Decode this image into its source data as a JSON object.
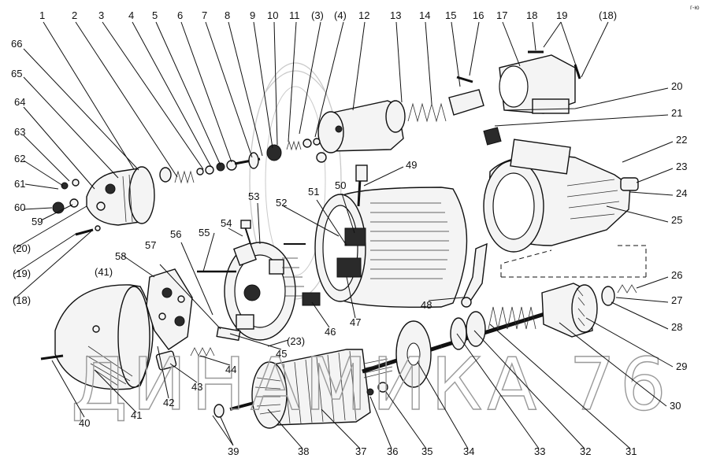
{
  "watermark": "ДИНАМИКА 76",
  "corner_mark": "г-ю",
  "callouts": {
    "c1": "1",
    "c2": "2",
    "c3": "3",
    "c4": "4",
    "c5": "5",
    "c6": "6",
    "c7": "7",
    "c8": "8",
    "c9": "9",
    "c10": "10",
    "c11": "11",
    "c3p": "(3)",
    "c4p": "(4)",
    "c12": "12",
    "c13": "13",
    "c14": "14",
    "c15": "15",
    "c16": "16",
    "c17": "17",
    "c18": "18",
    "c19": "19",
    "c18p": "(18)",
    "c20": "20",
    "c21": "21",
    "c22": "22",
    "c23": "23",
    "c24": "24",
    "c25": "25",
    "c26": "26",
    "c27": "27",
    "c28": "28",
    "c29": "29",
    "c30": "30",
    "c31": "31",
    "c32": "32",
    "c33": "33",
    "c34": "34",
    "c35": "35",
    "c36": "36",
    "c37": "37",
    "c38": "38",
    "c39": "39",
    "c40": "40",
    "c41": "41",
    "c41p": "(41)",
    "c42": "42",
    "c43": "43",
    "c44": "44",
    "c45": "45",
    "c23p": "(23)",
    "c46": "46",
    "c47": "47",
    "c48": "48",
    "c49": "49",
    "c50": "50",
    "c51": "51",
    "c52": "52",
    "c53": "53",
    "c54": "54",
    "c55": "55",
    "c56": "56",
    "c57": "57",
    "c58": "58",
    "c59": "59",
    "c60": "60",
    "c61": "61",
    "c62": "62",
    "c63": "63",
    "c64": "64",
    "c65": "65",
    "c66": "66",
    "c20p": "(20)",
    "c19p": "(19)",
    "c18q": "(18)"
  }
}
